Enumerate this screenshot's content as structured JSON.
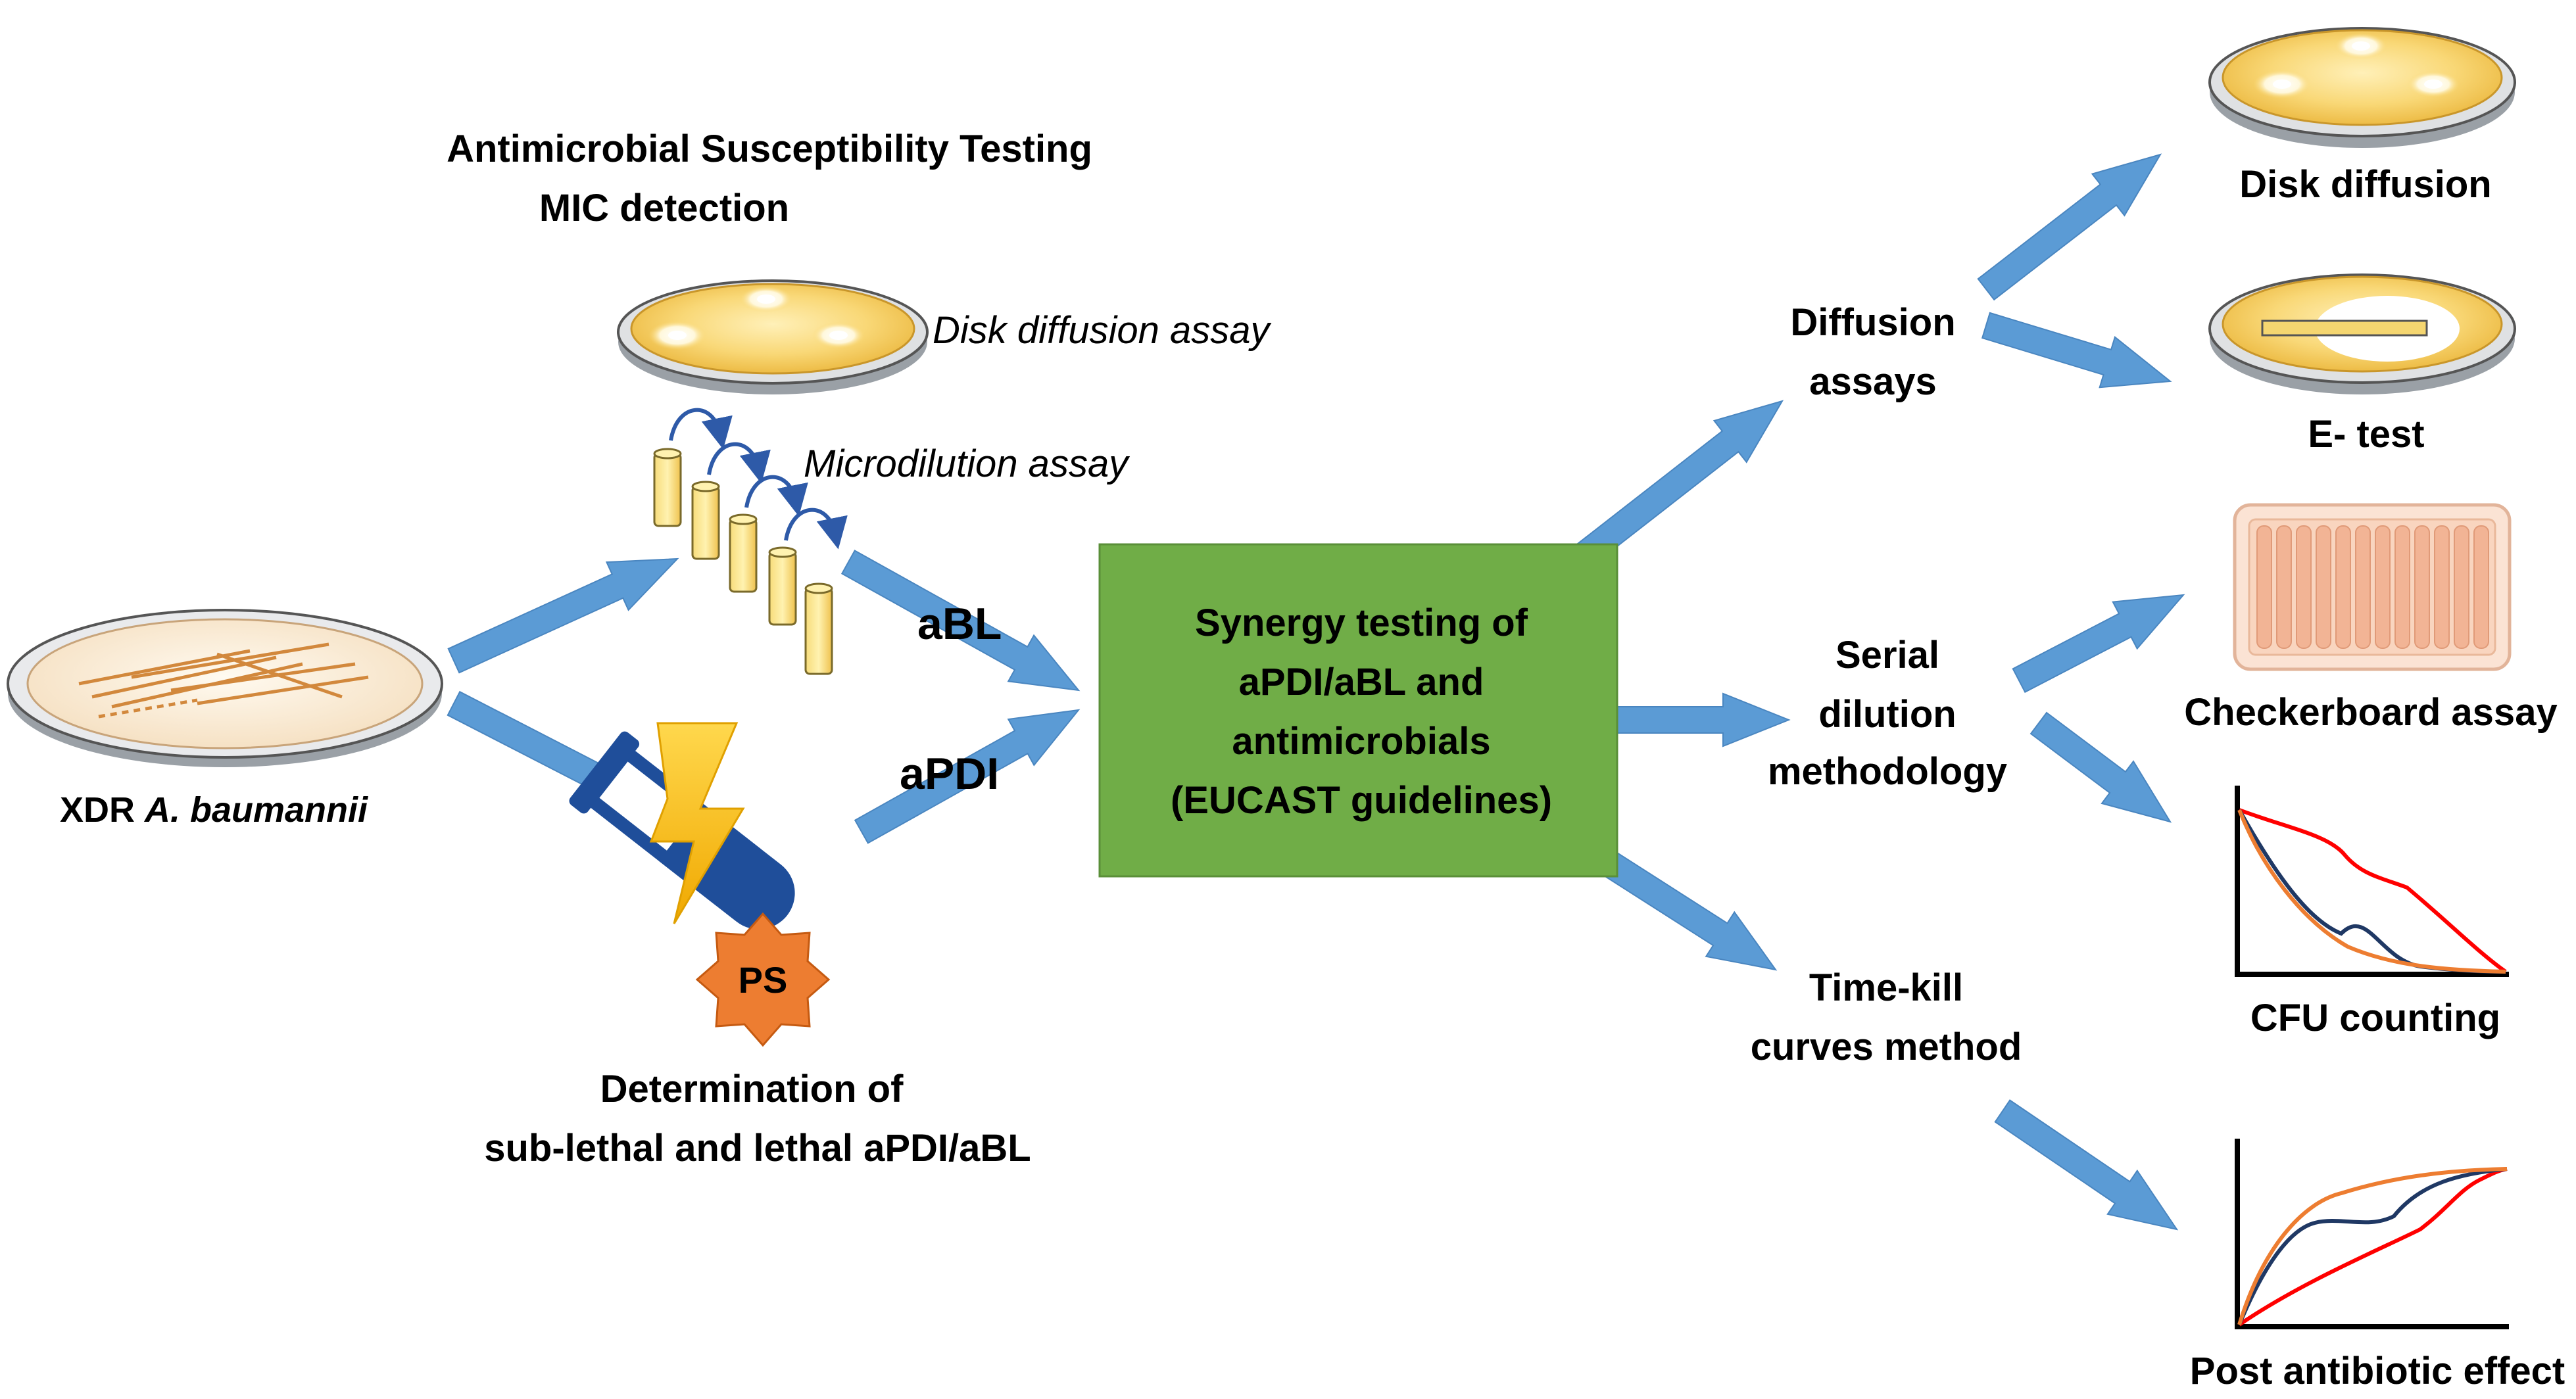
{
  "left": {
    "organism_prefix": "XDR ",
    "organism_name": "A. baumannii",
    "ast_title_line1": "Antimicrobial  Susceptibility  Testing",
    "ast_title_line2": "MIC detection",
    "disk_assay_label": "Disk diffusion assay",
    "micro_assay_label": "Microdilution assay",
    "ps_label": "PS",
    "determination_line1": "Determination  of",
    "determination_line2": "sub-lethal  and  lethal  aPDI/aBL",
    "abl_label": "aBL",
    "apdi_label": "aPDI"
  },
  "center": {
    "box_line1": "Synergy testing of",
    "box_line2": "aPDI/aBL and",
    "box_line3": "antimicrobials",
    "box_line4": "(EUCAST guidelines)"
  },
  "methods": {
    "diffusion_line1": "Diffusion",
    "diffusion_line2": "assays",
    "serial_line1": "Serial",
    "serial_line2": "dilution",
    "serial_line3": "methodology",
    "timekill_line1": "Time-kill",
    "timekill_line2": "curves method"
  },
  "outcomes": {
    "disk_diffusion": "Disk diffusion",
    "etest": "E- test",
    "checkerboard": "Checkerboard  assay",
    "cfu": "CFU counting",
    "pae": "Post antibiotic  effect"
  },
  "colors": {
    "arrow_blue": "#5b9bd5",
    "box_green": "#70ad47",
    "plate_yellow": "#f5c75a",
    "tube_navy": "#1f4e9a",
    "ps_orange": "#ed7d31",
    "lightning": "#ffc000",
    "curve_red": "#ff0000",
    "curve_orange": "#ed7d31",
    "curve_navy": "#1f3864"
  }
}
